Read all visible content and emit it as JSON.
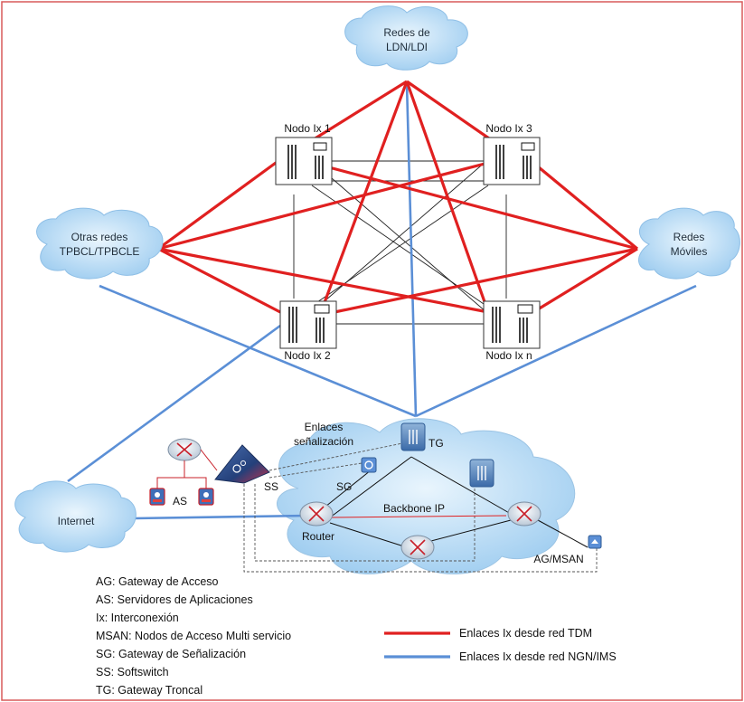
{
  "clouds": {
    "ldn": {
      "line1": "Redes de",
      "line2": "LDN/LDI"
    },
    "otras": {
      "line1": "Otras redes",
      "line2": "TPBCL/TPBCLE"
    },
    "moviles": {
      "line1": "Redes",
      "line2": "Móviles"
    },
    "internet": {
      "line1": "Internet"
    }
  },
  "nodes": {
    "ix1": "Nodo Ix 1",
    "ix3": "Nodo Ix 3",
    "ix2": "Nodo Ix 2",
    "ixn": "Nodo Ix n"
  },
  "core": {
    "enlaces_line1": "Enlaces",
    "enlaces_line2": "señalización",
    "tg": "TG",
    "sg": "SG",
    "ss": "SS",
    "as": "AS",
    "backbone": "Backbone IP",
    "router": "Router",
    "ag_msan": "AG/MSAN"
  },
  "key": [
    "AG: Gateway de Acceso",
    "AS: Servidores de Aplicaciones",
    "Ix: Interconexión",
    "MSAN: Nodos de Acceso Multi servicio",
    "SG: Gateway de Señalización",
    "SS: Softswitch",
    "TG: Gateway Troncal"
  ],
  "legend": [
    {
      "label": "Enlaces Ix desde red TDM",
      "color": "#e02020"
    },
    {
      "label": "Enlaces Ix desde red NGN/IMS",
      "color": "#5b8fd6"
    }
  ],
  "colors": {
    "tdm": "#e02020",
    "ngn": "#5b8fd6",
    "border": "#d85a5a",
    "cloud": "#bfe0f7"
  }
}
